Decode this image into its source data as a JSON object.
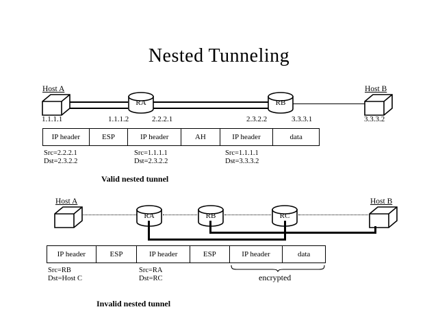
{
  "page": {
    "title": "Nested Tunneling",
    "background": "#ffffff",
    "ink": "#000000"
  },
  "diagrams": [
    {
      "id": "valid-nested-tunnel",
      "caption": "Valid nested tunnel",
      "nodes": [
        {
          "id": "host-a",
          "type": "host",
          "label": "Host A",
          "address": "1.1.1.1"
        },
        {
          "id": "router-ra",
          "type": "router",
          "label": "RA",
          "address_left": "1.1.1.2",
          "address_right": "2.2.2.1"
        },
        {
          "id": "router-rb",
          "type": "router",
          "label": "RB",
          "address_left": "2.3.2.2",
          "address_right": "3.3.3.1"
        },
        {
          "id": "host-b",
          "type": "host",
          "label": "Host B",
          "address": "3.3.3.2"
        }
      ],
      "links": [
        {
          "from": "host-a",
          "to": "router-ra",
          "style": "double"
        },
        {
          "from": "router-ra",
          "to": "router-rb",
          "style": "double"
        },
        {
          "from": "router-rb",
          "to": "host-b",
          "style": "thin"
        }
      ],
      "packet": {
        "cells": [
          "IP header",
          "ESP",
          "IP header",
          "AH",
          "IP header",
          "data"
        ],
        "annotations": [
          {
            "src": "Src=2.2.2.1",
            "dst": "Dst=2.3.2.2"
          },
          {
            "src": "Src=1.1.1.1",
            "dst": "Dst=2.3.2.2"
          },
          {
            "src": "Src=1.1.1.1",
            "dst": "Dst=3.3.3.2"
          }
        ]
      }
    },
    {
      "id": "invalid-nested-tunnel",
      "caption": "Invalid nested tunnel",
      "nodes": [
        {
          "id": "host-a2",
          "type": "host",
          "label": "Host A"
        },
        {
          "id": "router-ra2",
          "type": "router",
          "label": "RA"
        },
        {
          "id": "router-rb2",
          "type": "router",
          "label": "RB"
        },
        {
          "id": "router-rc2",
          "type": "router",
          "label": "RC"
        },
        {
          "id": "host-b2",
          "type": "host",
          "label": "Host B"
        }
      ],
      "links": [
        {
          "from": "host-a2",
          "to": "router-ra2",
          "style": "dotted"
        },
        {
          "from": "router-ra2",
          "to": "router-rb2",
          "style": "dotted"
        },
        {
          "from": "router-rb2",
          "to": "router-rc2",
          "style": "dotted"
        },
        {
          "from": "router-rc2",
          "to": "host-b2",
          "style": "dotted"
        }
      ],
      "tunnels": [
        {
          "id": "tunnel-ra-rc",
          "from": "router-ra2",
          "to": "router-rc2",
          "style": "heavy"
        },
        {
          "id": "tunnel-rb-hostb",
          "from": "router-rb2",
          "to": "host-b2",
          "style": "heavy"
        }
      ],
      "packet": {
        "cells": [
          "IP header",
          "ESP",
          "IP header",
          "ESP",
          "IP header",
          "data"
        ],
        "annotations": [
          {
            "src": "Src=RB",
            "dst": "Dst=Host C"
          },
          {
            "src": "Src=RA",
            "dst": "Dst=RC"
          }
        ],
        "brace_label": "encrypted"
      }
    }
  ]
}
